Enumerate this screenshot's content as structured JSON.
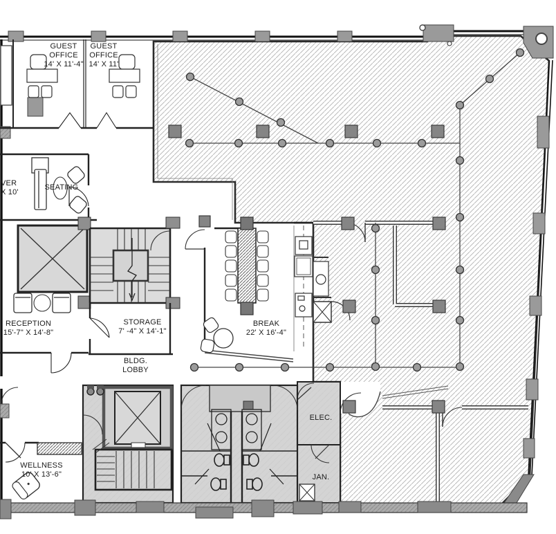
{
  "drawing_title": "office floor plan",
  "rooms": [
    {
      "id": "guest-office-1",
      "lines": [
        "GUEST",
        "OFFICE",
        "14' X 11'-4\""
      ]
    },
    {
      "id": "guest-office-2",
      "lines": [
        "GUEST",
        "OFFICE",
        "14' X 11'"
      ]
    },
    {
      "id": "server-partial",
      "lines": [
        "VER",
        "X 10'"
      ]
    },
    {
      "id": "seating",
      "lines": [
        "SEATING"
      ]
    },
    {
      "id": "reception",
      "lines": [
        "RECEPTION",
        "15'-7\" X 14'-8\""
      ]
    },
    {
      "id": "storage",
      "lines": [
        "STORAGE",
        "7' -4\" X 14'-1\""
      ]
    },
    {
      "id": "bldg-lobby",
      "lines": [
        "BLDG.",
        "LOBBY"
      ]
    },
    {
      "id": "break",
      "lines": [
        "BREAK",
        "22' X 16'-4\""
      ]
    },
    {
      "id": "wellness",
      "lines": [
        "WELLNESS",
        "10' X 13'-6\""
      ]
    },
    {
      "id": "elec",
      "lines": [
        "ELEC."
      ]
    },
    {
      "id": "jan",
      "lines": [
        "JAN."
      ]
    }
  ],
  "colors": {
    "wall": "#1f1f1f",
    "hatch_line": "#bcbcbc",
    "core_fill": "#d4d4d4",
    "column_fill": "#868686",
    "pole_fill": "#9b9b9b",
    "band_fill": "#ababab"
  }
}
